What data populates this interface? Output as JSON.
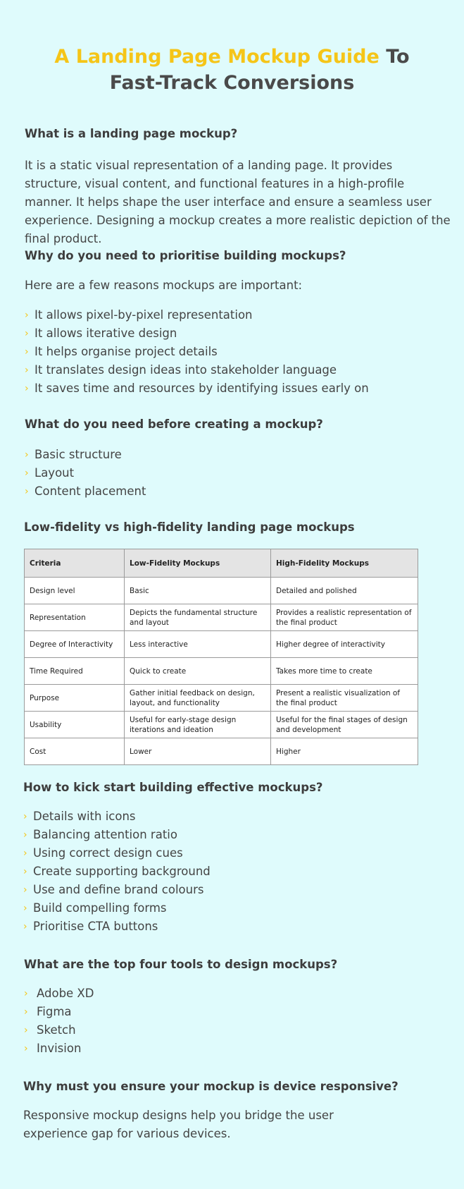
{
  "title": {
    "accent": "A Landing Page Mockup Guide",
    "rest_line1": " To",
    "line2": "Fast-Track Conversions"
  },
  "sections": {
    "what_is": {
      "heading": "What is a landing page mockup?",
      "body": "It is a static visual representation of a landing page. It provides structure, visual content, and functional features in a high-profile manner. It helps shape the user interface and ensure a seamless user experience. Designing a mockup creates a more realistic depiction of the final product."
    },
    "why_prioritise": {
      "heading": "Why do you need to prioritise building mockups?",
      "intro": "Here are a few reasons mockups are important:",
      "items": [
        "It allows pixel-by-pixel representation",
        "It allows iterative design",
        "It helps organise project details",
        "It translates design ideas into stakeholder language",
        "It saves time and resources by identifying issues early on"
      ]
    },
    "need_before": {
      "heading": "What do you need before creating a mockup?",
      "items": [
        "Basic structure",
        "Layout",
        "Content placement"
      ]
    },
    "comparison": {
      "heading": "Low-fidelity vs high-fidelity landing page mockups",
      "columns": [
        "Criteria",
        "Low-Fidelity Mockups",
        "High-Fidelity Mockups"
      ],
      "rows": [
        [
          "Design level",
          "Basic",
          "Detailed and polished"
        ],
        [
          "Representation",
          "Depicts the fundamental structure and layout",
          "Provides a realistic representation of the final product"
        ],
        [
          "Degree of Interactivity",
          "Less interactive",
          "Higher degree of interactivity"
        ],
        [
          "Time Required",
          "Quick to create",
          "Takes more time to create"
        ],
        [
          "Purpose",
          "Gather initial feedback on design, layout, and functionality",
          "Present a realistic visualization of the final product"
        ],
        [
          "Usability",
          "Useful for early-stage design iterations and ideation",
          "Useful for the final stages of design and development"
        ],
        [
          "Cost",
          "Lower",
          "Higher"
        ]
      ]
    },
    "kick_start": {
      "heading": "How to kick start building effective mockups?",
      "items": [
        "Details with icons",
        "Balancing attention ratio",
        "Using correct design cues",
        "Create supporting background",
        "Use and define brand colours",
        "Build compelling forms",
        "Prioritise CTA buttons"
      ]
    },
    "tools": {
      "heading": "What are the top four tools to design mockups?",
      "items": [
        "Adobe XD",
        "Figma",
        "Sketch",
        "Invision"
      ]
    },
    "responsive": {
      "heading": "Why must you ensure your mockup is device responsive?",
      "body": "Responsive mockup designs help you bridge the user experience gap for various devices."
    }
  },
  "colors": {
    "accent": "#f5c518",
    "background": "#dffbfc",
    "text": "#3d3d3d"
  },
  "bullet_icon": "chevron-right-icon"
}
